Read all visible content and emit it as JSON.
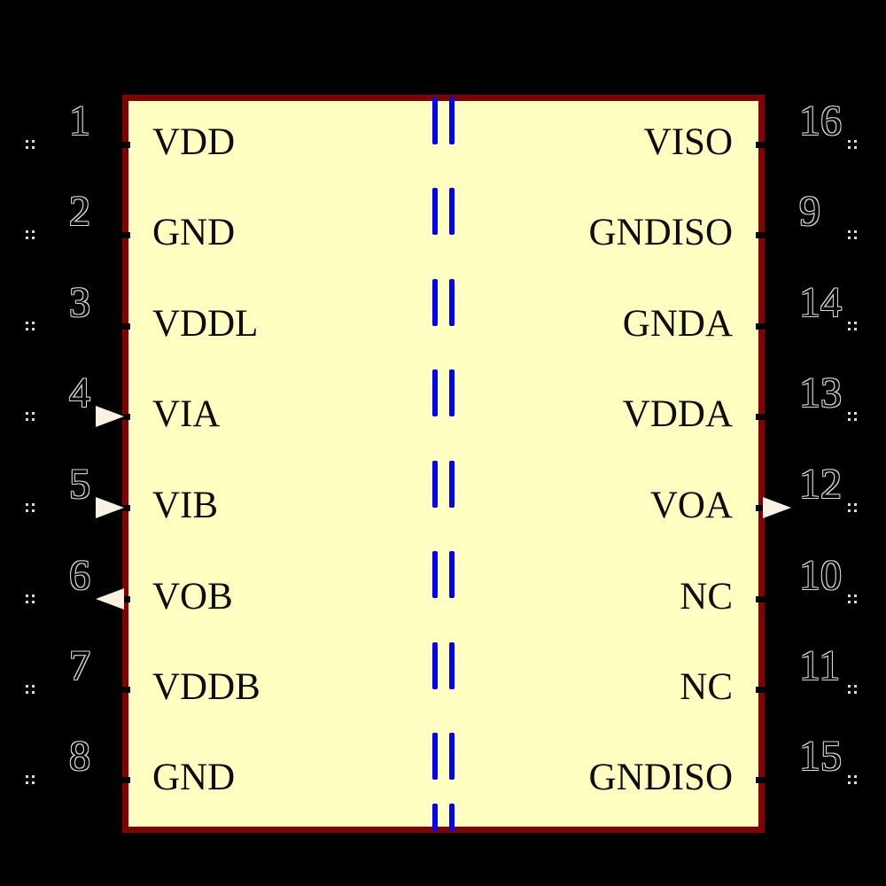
{
  "component": {
    "kind": "ic-schematic-symbol",
    "pin_count": 16,
    "barrier_style": "double-dashed-vertical-line"
  },
  "colors": {
    "background": "#000000",
    "body_fill": "#FFFFC2",
    "body_outline": "#7C0404",
    "barrier": "#0202F2",
    "pin_name_text": "#0D0D0D",
    "pin_number_outline": "#D8D8D8",
    "arrow_fill": "#F9F1E1",
    "pin_end_marker": "#D9D9D9"
  },
  "icons": {
    "input_arrow": "input-arrow-icon",
    "output_arrow": "output-arrow-icon",
    "pin_end": "pin-end-marker"
  },
  "pins": {
    "left": [
      {
        "number": "1",
        "name": "VDD",
        "arrow": null
      },
      {
        "number": "2",
        "name": "GND",
        "arrow": null
      },
      {
        "number": "3",
        "name": "VDDL",
        "arrow": null
      },
      {
        "number": "4",
        "name": "VIA",
        "arrow": "input"
      },
      {
        "number": "5",
        "name": "VIB",
        "arrow": "input"
      },
      {
        "number": "6",
        "name": "VOB",
        "arrow": "output"
      },
      {
        "number": "7",
        "name": "VDDB",
        "arrow": null
      },
      {
        "number": "8",
        "name": "GND",
        "arrow": null
      }
    ],
    "right": [
      {
        "number": "16",
        "name": "VISO",
        "arrow": null
      },
      {
        "number": "9",
        "name": "GNDISO",
        "arrow": null
      },
      {
        "number": "14",
        "name": "GNDA",
        "arrow": null
      },
      {
        "number": "13",
        "name": "VDDA",
        "arrow": null
      },
      {
        "number": "12",
        "name": "VOA",
        "arrow": "output"
      },
      {
        "number": "10",
        "name": "NC",
        "arrow": null
      },
      {
        "number": "11",
        "name": "NC",
        "arrow": null
      },
      {
        "number": "15",
        "name": "GNDISO",
        "arrow": null
      }
    ]
  }
}
